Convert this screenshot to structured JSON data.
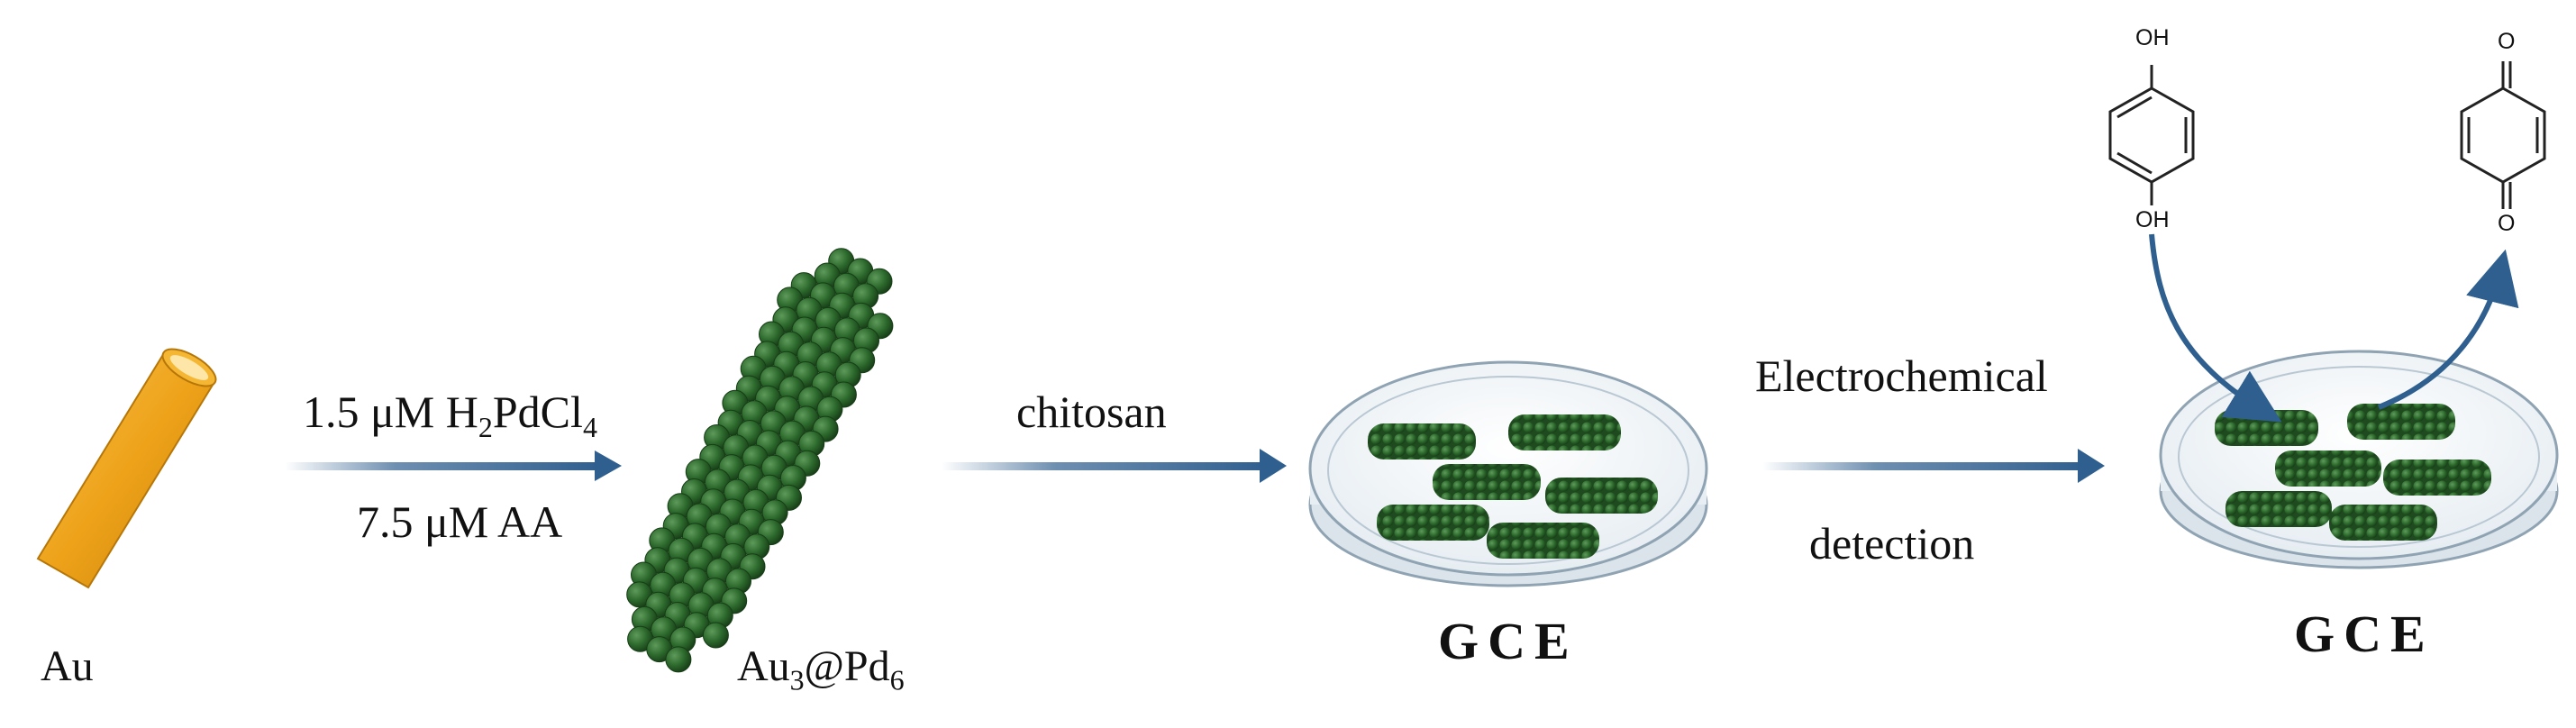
{
  "stages": {
    "au_label": "Au",
    "step1_condition_top_prefix": "1.5 μM H",
    "step1_condition_top_sub1": "2",
    "step1_condition_top_mid": "PdCl",
    "step1_condition_top_sub2": "4",
    "step1_condition_bottom": "7.5 μM AA",
    "aupd_label_a": "Au",
    "aupd_label_sub_a": "3",
    "aupd_label_b": "@Pd",
    "aupd_label_sub_b": "6",
    "step2_condition": "chitosan",
    "gce_label_1": "GCE",
    "step3_condition_top": "Electrochemical",
    "step3_condition_bottom": "detection",
    "gce_label_2": "GCE"
  },
  "molecules": {
    "hydroquinone_top_group": "OH",
    "hydroquinone_bottom_group": "OH",
    "quinone_top_group": "O",
    "quinone_bottom_group": "O"
  },
  "colors": {
    "gold": "#f0a41c",
    "gold_dark": "#c27d0a",
    "pd_green": "#2d5e2d",
    "pd_green_light": "#5e9a5a",
    "arrow_blue": "#2f5f8f",
    "dish_outline": "#8fa3b3"
  }
}
